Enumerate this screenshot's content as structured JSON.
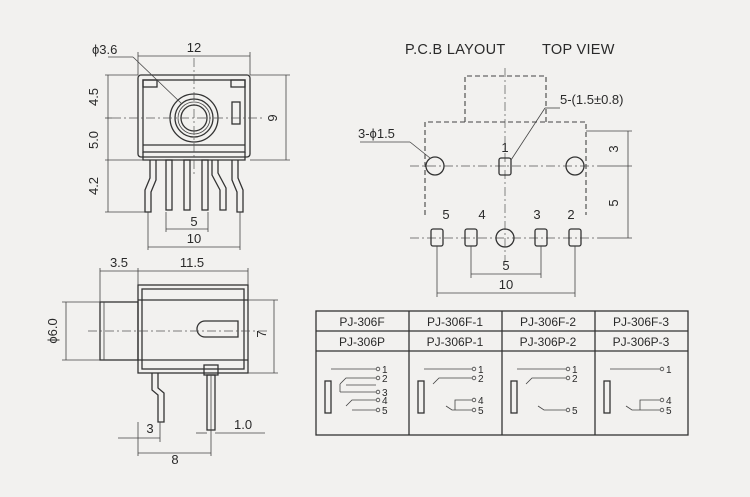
{
  "front_view": {
    "hole_dia": "ϕ3.6",
    "width": "12",
    "upper_height": "4.5",
    "mid_height": "5.0",
    "lower_height": "4.2",
    "total_height": "9",
    "pin_pitch": "5",
    "pin_span": "10"
  },
  "side_view": {
    "nose_length": "3.5",
    "body_length": "11.5",
    "diameter": "ϕ6.0",
    "center_height": "7",
    "pin_offset": "3",
    "pin_span": "8",
    "pin_thickness": "1.0"
  },
  "pcb_layout": {
    "title": "P.C.B LAYOUT",
    "view_label": "TOP VIEW",
    "slot_label": "5-(1.5±0.8)",
    "hole_label": "3-ϕ1.5",
    "vertical_1": "3",
    "vertical_2": "5",
    "horizontal_pitch": "5",
    "horizontal_span": "10",
    "pin_numbers": [
      "5",
      "4",
      "3",
      "2",
      "1"
    ]
  },
  "model_table": {
    "rows": [
      [
        "PJ-306F",
        "PJ-306F-1",
        "PJ-306F-2",
        "PJ-306F-3"
      ],
      [
        "PJ-306P",
        "PJ-306P-1",
        "PJ-306P-2",
        "PJ-306P-3"
      ]
    ],
    "schematics": [
      [
        "1",
        "2",
        "3",
        "4",
        "5"
      ],
      [
        "1",
        "2",
        "4",
        "5"
      ],
      [
        "1",
        "2",
        "5"
      ],
      [
        "1",
        "4",
        "5"
      ]
    ]
  }
}
